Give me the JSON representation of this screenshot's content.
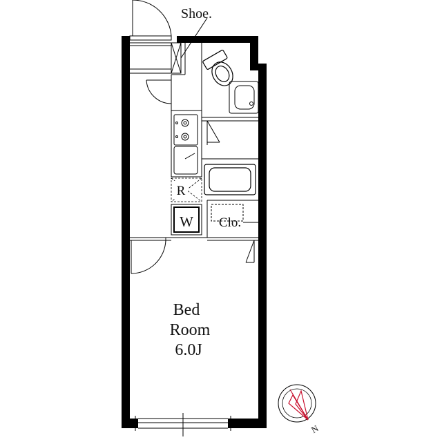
{
  "labels": {
    "shoe": "Shoe.",
    "refrigerator": "R",
    "washer": "W",
    "closet": "Clo.",
    "bedroom_name_1": "Bed",
    "bedroom_name_2": "Room",
    "bedroom_size": "6.0J"
  },
  "compass": {
    "north_letter": "N",
    "needle_color": "#c8102e"
  }
}
